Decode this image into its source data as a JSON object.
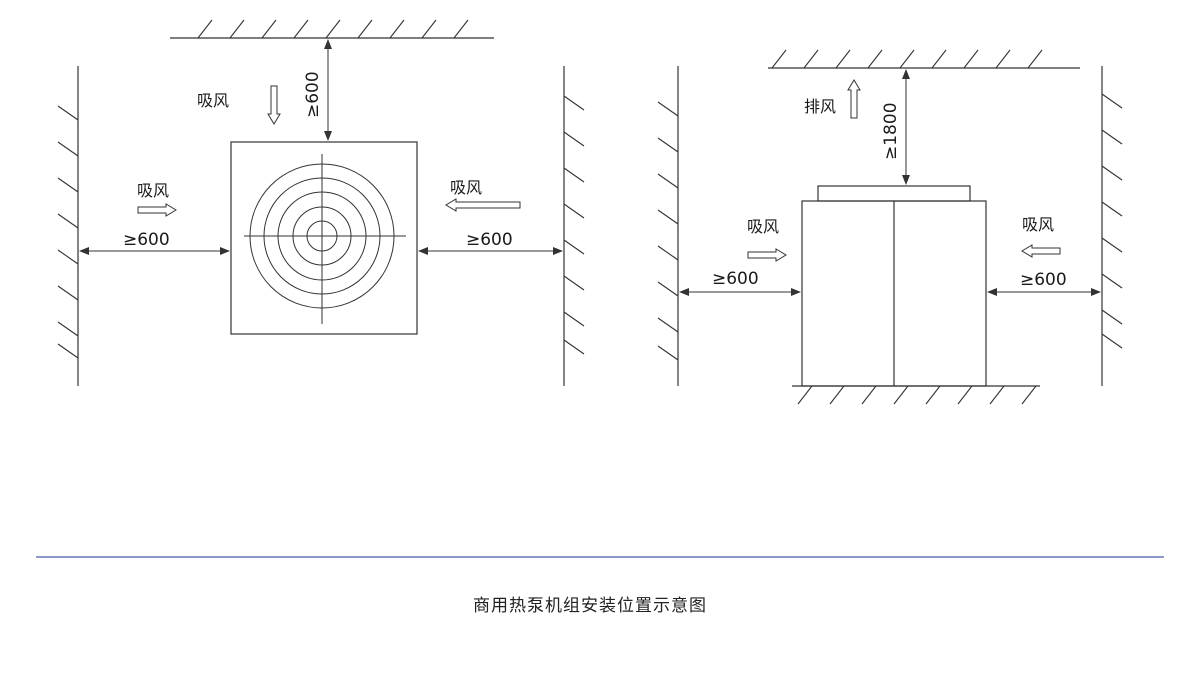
{
  "top_view": {
    "intake_top": "吸风",
    "intake_left": "吸风",
    "intake_right": "吸风",
    "clearance_top": "≥600",
    "clearance_left": "≥600",
    "clearance_right": "≥600"
  },
  "side_view": {
    "exhaust_top": "排风",
    "intake_left": "吸风",
    "intake_right": "吸风",
    "clearance_top": "≥1800",
    "clearance_left": "≥600",
    "clearance_right": "≥600"
  },
  "caption": "商用热泵机组安装位置示意图",
  "colors": {
    "line": "#333333",
    "divider": "#4a5aa8",
    "text": "#1a1a1a"
  }
}
